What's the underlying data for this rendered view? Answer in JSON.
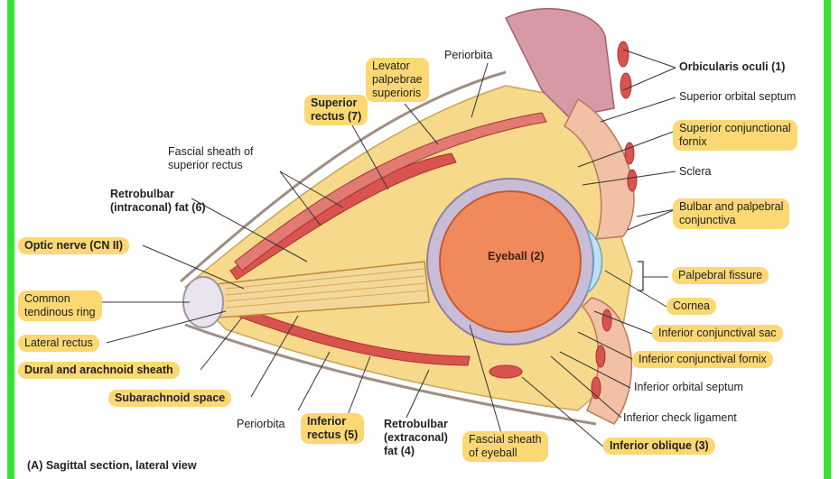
{
  "labels": {
    "periorbita_top": "Periorbita",
    "levator": "Levator\npalpebrae\nsuperioris",
    "superior_rectus": "Superior\nrectus (7)",
    "fascial_sheath_sr": "Fascial sheath of\nsuperior rectus",
    "retrobulbar_intraconal": "Retrobulbar\n(intraconal) fat (6)",
    "optic_nerve": "Optic nerve (CN II)",
    "common_tendinous_ring": "Common\ntendinous ring",
    "lateral_rectus": "Lateral rectus",
    "dural_arachnoid": "Dural and arachnoid sheath",
    "subarachnoid": "Subarachnoid space",
    "periorbita_bottom": "Periorbita",
    "inferior_rectus": "Inferior\nrectus (5)",
    "retrobulbar_extraconal": "Retrobulbar\n(extraconal)\nfat (4)",
    "fascial_sheath_eyeball": "Fascial sheath\nof eyeball",
    "orbicularis": "Orbicularis oculi (1)",
    "superior_orbital_septum": "Superior orbital septum",
    "superior_conj_fornix": "Superior conjunctional\nfornix",
    "sclera": "Sclera",
    "bulbar_palpebral": "Bulbar and palpebral\nconjunctiva",
    "palpebral_fissure": "Palpebral fissure",
    "cornea": "Cornea",
    "inferior_conj_sac": "Inferior conjunctival sac",
    "inferior_conj_fornix": "Inferior conjunctival fornix",
    "inferior_orbital_septum": "Inferior orbital septum",
    "inferior_check_ligament": "Inferior check ligament",
    "inferior_oblique": "Inferior oblique (3)",
    "eyeball": "Eyeball (2)",
    "caption": "(A) Sagittal section, lateral view"
  },
  "colors": {
    "frame_bar": "#35e335",
    "highlight": "#fbd873",
    "fat": "#f6d98a",
    "muscle": "#d9534f",
    "eyeball": "#f08a5d",
    "sclera": "#c9bcd6"
  }
}
